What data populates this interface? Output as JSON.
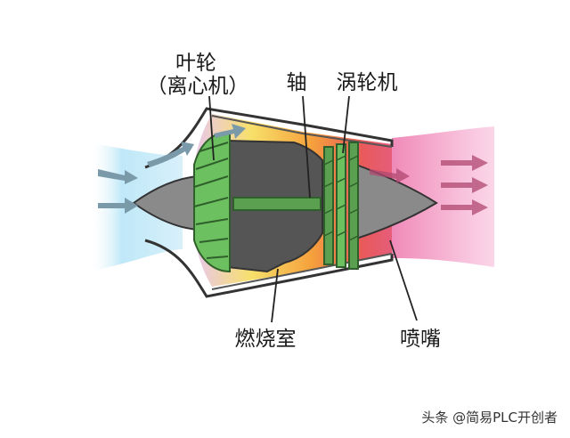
{
  "labels": {
    "impeller_line1": "叶轮",
    "impeller_line2": "（离心机）",
    "shaft": "轴",
    "turbine": "涡轮机",
    "combustor": "燃烧室",
    "nozzle": "喷嘴"
  },
  "watermark": "头条 @简易PLC开创者",
  "colors": {
    "intake_air": "#bfe8f8",
    "exhaust": "#f4a6c8",
    "combustion_hot": "#e85a5a",
    "combustion_warm": "#f7e06a",
    "compressor_green": "#6cc060",
    "turbine_green": "#5aa050",
    "core_gray": "#555555",
    "cone_gray": "#8a8a8a",
    "casing_outline": "#333333"
  }
}
